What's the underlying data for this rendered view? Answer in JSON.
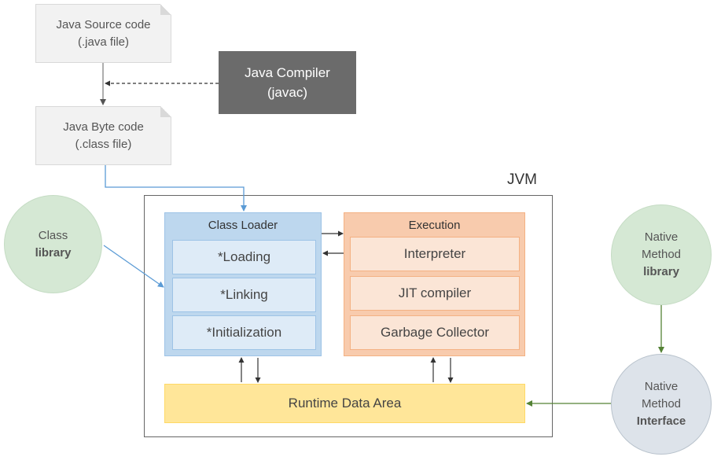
{
  "source_doc": {
    "line1": "Java Source code",
    "line2": "(.java file)"
  },
  "byte_doc": {
    "line1": "Java Byte code",
    "line2": "(.class file)"
  },
  "compiler": {
    "line1": "Java Compiler",
    "line2": "(javac)"
  },
  "jvm": {
    "label": "JVM"
  },
  "class_loader": {
    "title": "Class Loader",
    "items": [
      "*Loading",
      "*Linking",
      "*Initialization"
    ]
  },
  "execution": {
    "title": "Execution",
    "items": [
      "Interpreter",
      "JIT compiler",
      "Garbage Collector"
    ]
  },
  "runtime": {
    "label": "Runtime Data Area"
  },
  "class_library": {
    "line1": "Class",
    "line2": "library"
  },
  "native_library": {
    "line1": "Native",
    "line2": "Method",
    "line3": "library"
  },
  "native_interface": {
    "line1": "Native",
    "line2": "Method",
    "line3": "Interface"
  },
  "colors": {
    "blue_arrow": "#5b9bd5",
    "green_arrow": "#548235",
    "dark_arrow": "#333333"
  }
}
